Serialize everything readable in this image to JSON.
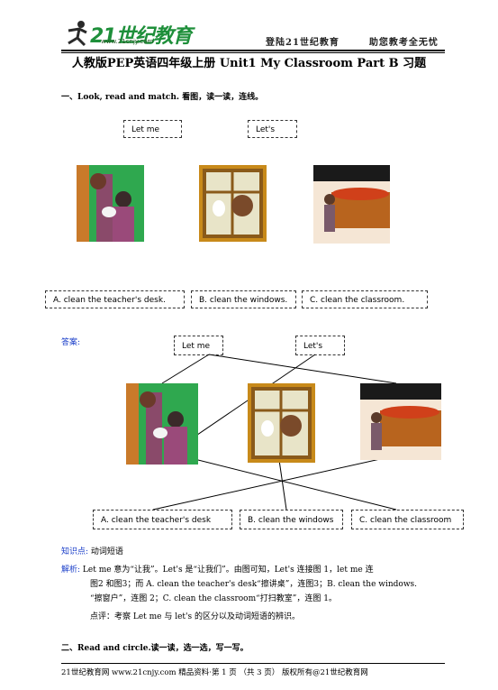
{
  "header": {
    "logo_text": "21世纪教育",
    "logo_url": "www.21cnjy.com",
    "slogan_left": "登陆21世纪教育",
    "slogan_right": "助您教考全无忧"
  },
  "title": "人教版PEP英语四年级上册  Unit1 My Classroom Part B  习题",
  "section1": {
    "heading": "一、Look, read and match. 看图，读一读，连线。",
    "top_boxes": [
      "Let me",
      "Let's"
    ],
    "bottom_boxes": [
      "A. clean the teacher's desk.",
      "B. clean the windows.",
      "C. clean the classroom."
    ]
  },
  "answer": {
    "label": "答案:",
    "top_boxes": [
      "Let me",
      "Let's"
    ],
    "bottom_boxes": [
      "A. clean the teacher's desk",
      "B. clean the windows",
      "C. clean the classroom"
    ]
  },
  "knowledge": {
    "label": "知识点:",
    "text": "动词短语"
  },
  "explain": {
    "label": "解析:",
    "line1": "Let me 意为“让我”。Let's 是“让我们”。由图可知，Let's 连接图 1，let me 连",
    "line2": "图2 和图3；而 A. clean the teacher's desk“擦讲桌”，连图3；B. clean the windows.",
    "line3": "“擦窗户”，连图 2；C. clean the classroom“打扫教室”，连图 1。",
    "comment": "点评：考察 Let me 与 let's 的区分以及动词短语的辨识。"
  },
  "section2": {
    "heading": "二、Read and circle.读一读，选一选，写一写。"
  },
  "footer": {
    "text": "21世纪教育网   www.21cnjy.com   精品资料·第 1 页 （共 3 页） 版权所有@21世纪教育网"
  }
}
